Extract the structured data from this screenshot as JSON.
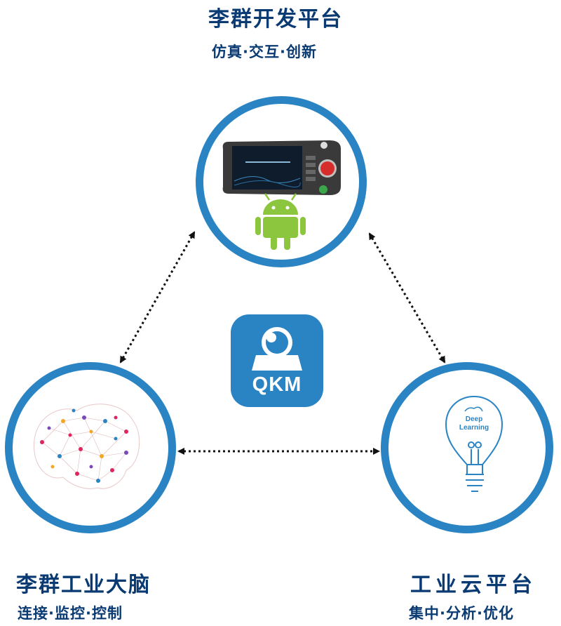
{
  "top_node": {
    "title": "李群开发平台",
    "subtitle": "仿真·交互·创新"
  },
  "left_node": {
    "title": "李群工业大脑",
    "subtitle": "连接·监控·控制"
  },
  "right_node": {
    "title": "工业云平台",
    "subtitle": "集中·分析·优化"
  },
  "center_logo": {
    "text": "QKM"
  },
  "bulb_label": {
    "line1": "Deep",
    "line2": "Learning"
  },
  "colors": {
    "ring": "#2a84c4",
    "title": "#0a3a72",
    "android": "#8cc63f",
    "arrow": "#111111"
  },
  "icons": [
    "teach-pendant-icon",
    "android-icon",
    "brain-network-icon",
    "lightbulb-icon",
    "qkm-logo-icon"
  ]
}
